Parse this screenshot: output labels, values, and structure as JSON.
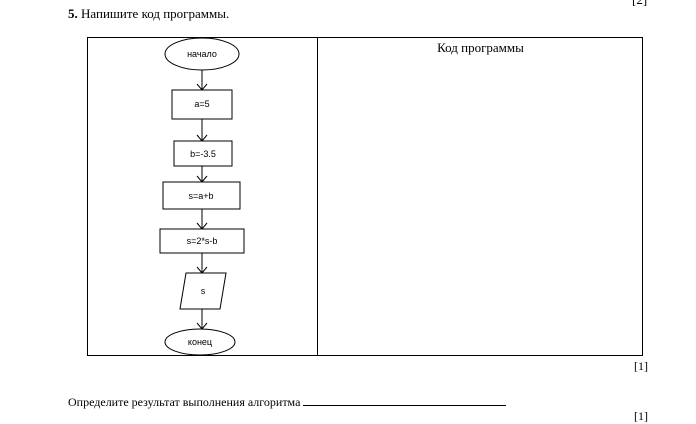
{
  "page": {
    "top_mark": "[2]",
    "question_number": "5.",
    "question_text": "Напишите код программы.",
    "code_column_header": "Код программы",
    "mark_1": "[1]",
    "result_prompt": "Определите результат выполнения алгоритма",
    "mark_2": "[1]"
  },
  "flowchart": {
    "start_label": "начало",
    "step_a": "a=5",
    "step_b": "b=-3.5",
    "step_s1": "s=a+b",
    "step_s2": "s=2*s-b",
    "output": "s",
    "end_label": "конец"
  }
}
